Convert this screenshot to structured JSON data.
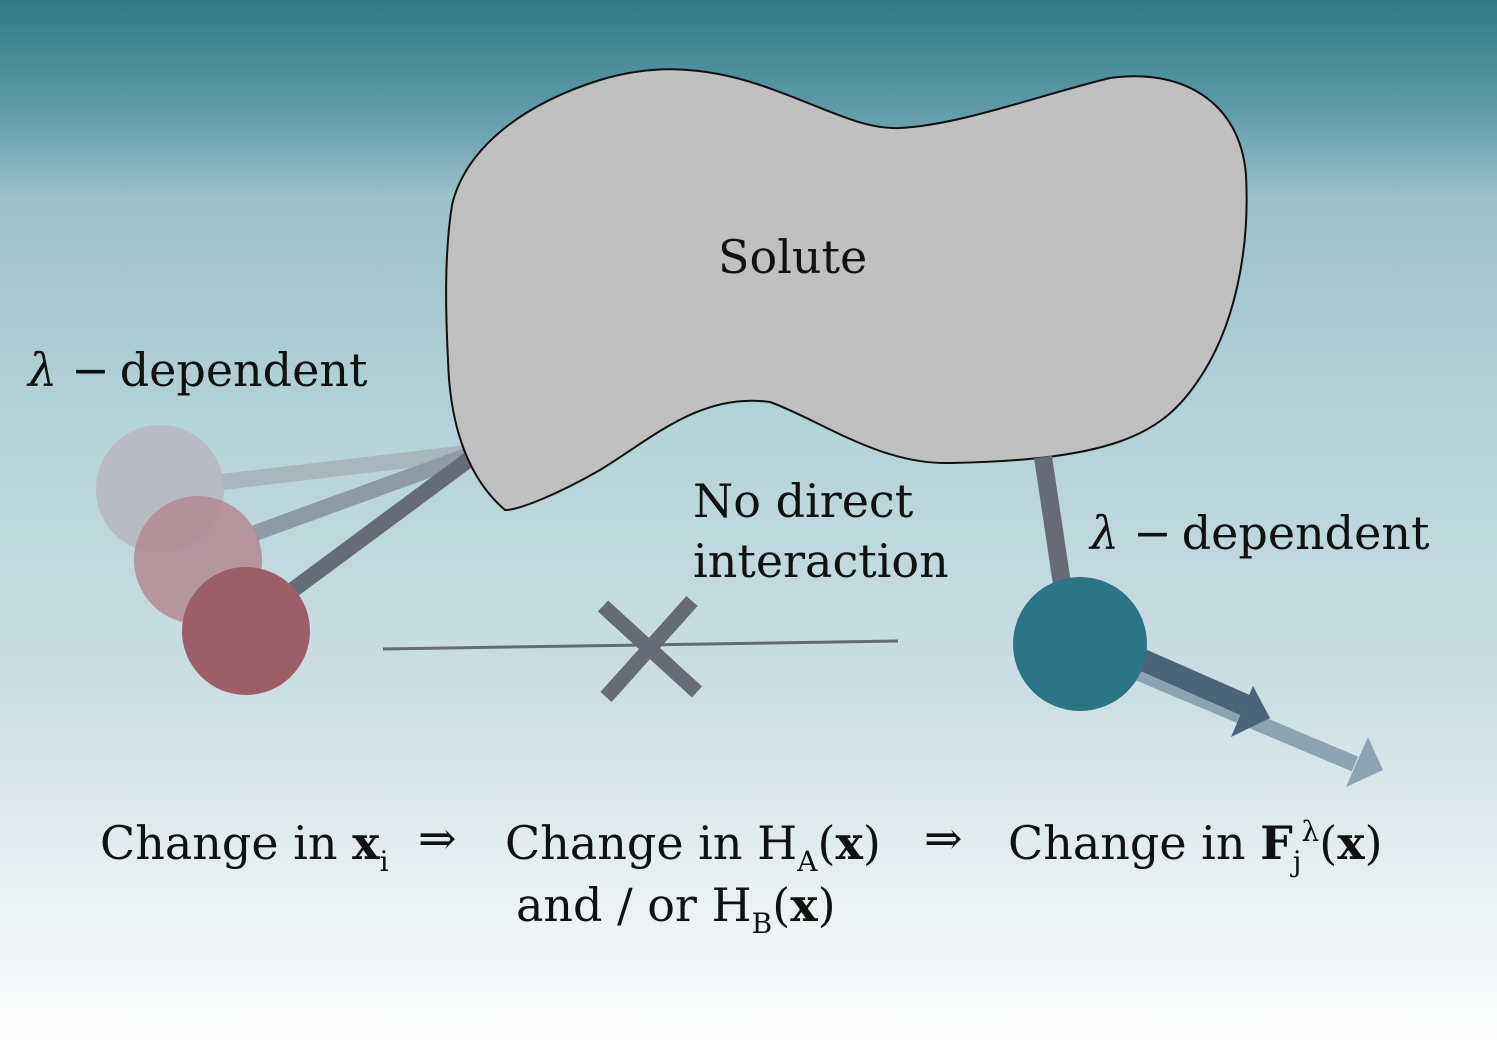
{
  "solute": {
    "label": "Solute"
  },
  "left_group": {
    "label_lambda": "λ",
    "label_dash": "−",
    "label_text": "dependent"
  },
  "right_group": {
    "label_lambda": "λ",
    "label_dash": "−",
    "label_text": "dependent"
  },
  "no_interaction": {
    "line1": "No direct",
    "line2": "interaction"
  },
  "equation": {
    "part1_text": "Change in ",
    "part1_var": "x",
    "part1_sub": "i",
    "arrow1": "⇒",
    "part2_text": "Change in H",
    "part2_sub": "A",
    "part2_tail_open": "(",
    "part2_var": "x",
    "part2_tail_close": ")",
    "part2b_text": "and / or H",
    "part2b_sub": "B",
    "part2b_tail_open": "(",
    "part2b_var": "x",
    "part2b_tail_close": ")",
    "arrow2": "⇒",
    "part3_text": "Change in ",
    "part3_var": "F",
    "part3_sub": "j",
    "part3_sup": "λ",
    "part3_tail_open": "(",
    "part3_var2": "x",
    "part3_tail_close": ")"
  },
  "colors": {
    "solute_fill": "#c0c0c0",
    "bond": "#676a77",
    "left_atom": "#9c5f6a",
    "right_atom": "#2c7587",
    "force_arrow_dark": "#4c6478",
    "force_arrow_light": "#8ea3b2"
  }
}
